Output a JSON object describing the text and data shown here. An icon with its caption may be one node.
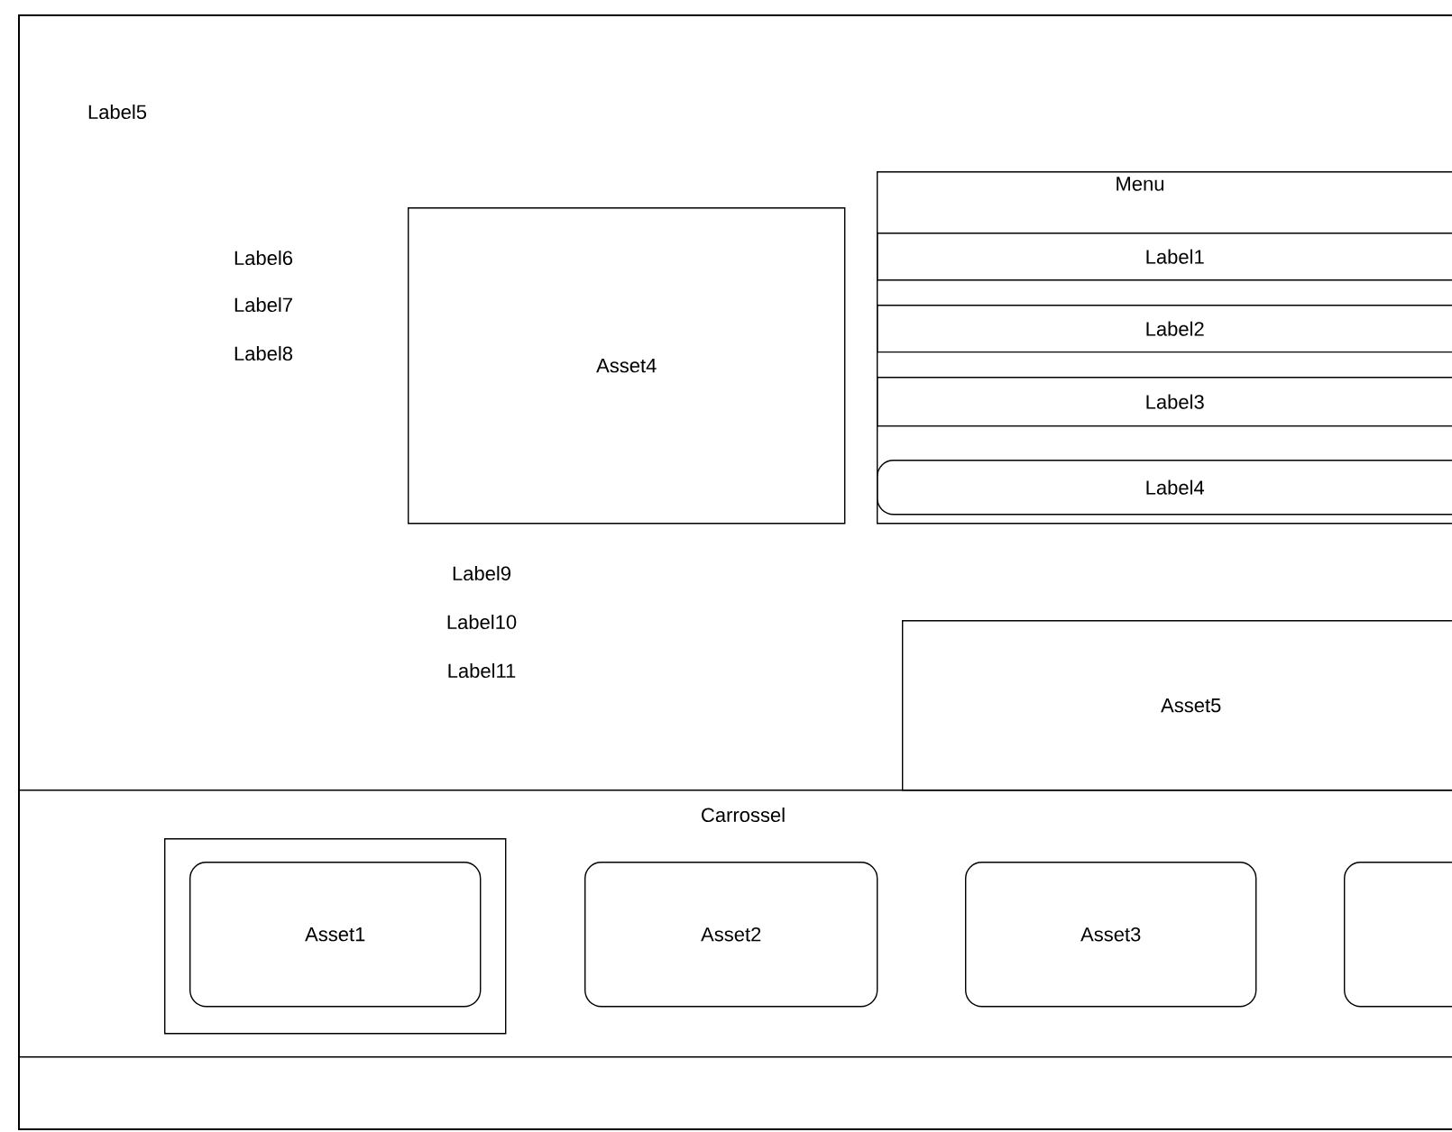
{
  "diagram": {
    "nodes": [
      {
        "text": [],
        "shape": "box"
      },
      {
        "text": [
          "Menu"
        ],
        "in": 0
      },
      {
        "text": [
          "Label1"
        ],
        "in": 1
      },
      {
        "text": [
          "Label2"
        ],
        "in": 1
      },
      {
        "text": [
          "Label3"
        ],
        "in": 1
      },
      {
        "text": [
          "Label4"
        ],
        "in": 1
      },
      {
        "text": [
          "Asset4"
        ],
        "in": 0
      },
      {
        "text": [
          "Asset5"
        ],
        "in": 0
      },
      {
        "text": [
          "Carrossel"
        ],
        "in": 0
      },
      {
        "text": [],
        "shape": "box",
        "in": 8
      },
      {
        "text": [
          "Asset1"
        ],
        "in": 9
      },
      {
        "text": [
          "Asset2"
        ],
        "in": 8
      },
      {
        "text": [
          "Asset3"
        ],
        "in": 8
      },
      {
        "text": [],
        "shape": "box",
        "in": 8
      }
    ],
    "edges": [],
    "labels": [
      "Label5",
      "Label6",
      "Label7",
      "Label8",
      "Label9",
      "Label10",
      "Label11"
    ]
  }
}
